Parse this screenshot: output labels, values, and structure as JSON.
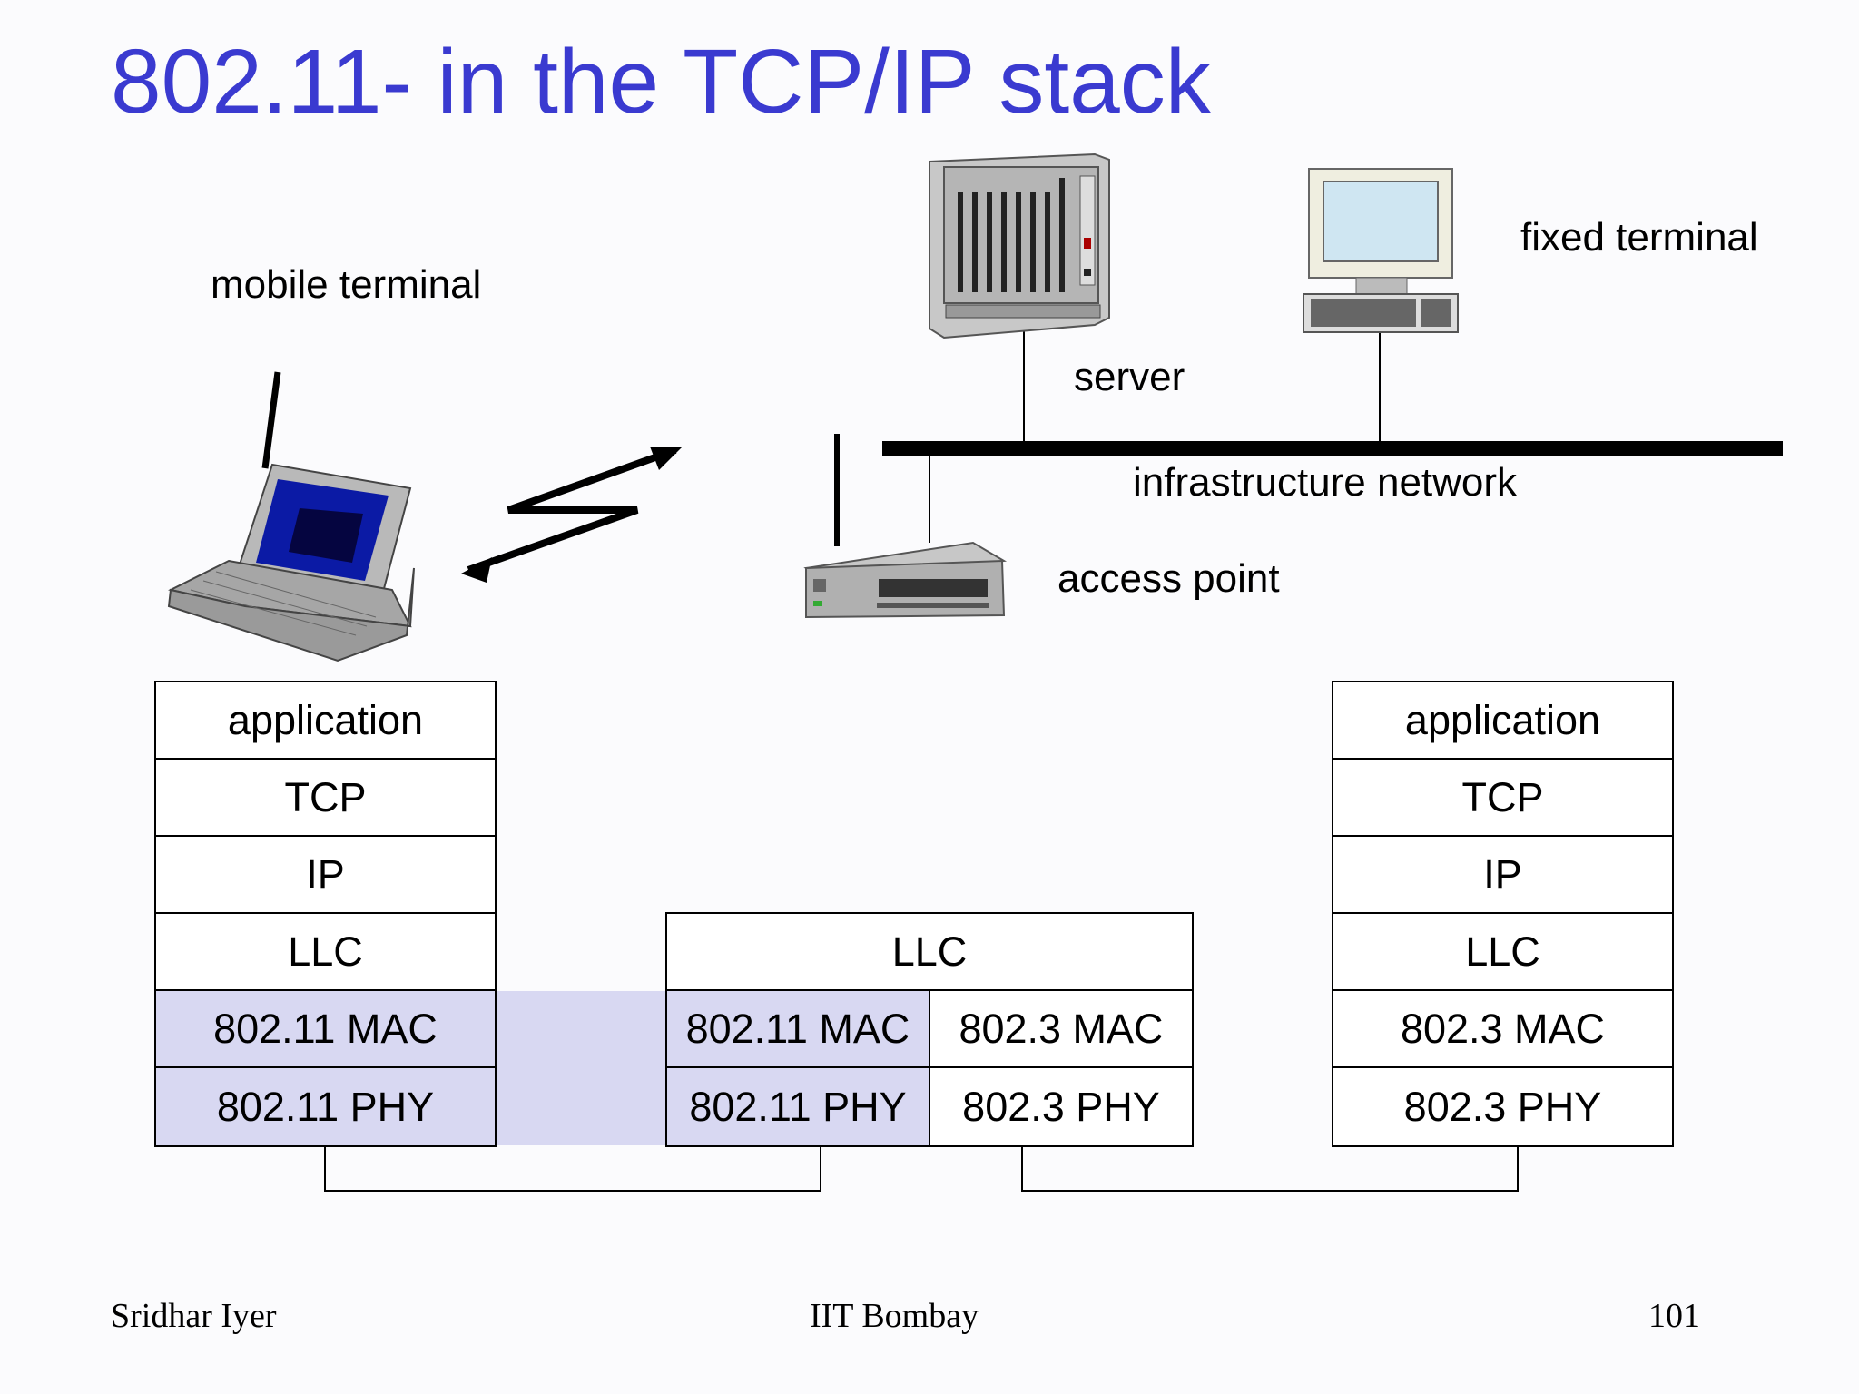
{
  "title": "802.11- in the TCP/IP stack",
  "labels": {
    "mobile_terminal": "mobile terminal",
    "fixed_terminal": "fixed terminal",
    "server": "server",
    "infrastructure_network": "infrastructure network",
    "access_point": "access point"
  },
  "mobile_stack": [
    "application",
    "TCP",
    "IP",
    "LLC",
    "802.11 MAC",
    "802.11 PHY"
  ],
  "ap_stack": {
    "llc": "LLC",
    "wireless": [
      "802.11 MAC",
      "802.11 PHY"
    ],
    "wired": [
      "802.3 MAC",
      "802.3 PHY"
    ]
  },
  "fixed_stack": [
    "application",
    "TCP",
    "IP",
    "LLC",
    "802.3 MAC",
    "802.3 PHY"
  ],
  "footer": {
    "author": "Sridhar Iyer",
    "institution": "IIT Bombay",
    "page_number": "101"
  },
  "colors": {
    "title": "#3a3ad0",
    "wireless_shade": "#d8d8f2"
  },
  "icons": [
    "laptop-icon",
    "server-icon",
    "desktop-computer-icon",
    "access-point-icon",
    "wireless-link-icon"
  ]
}
